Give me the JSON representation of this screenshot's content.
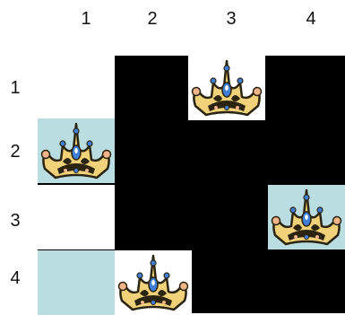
{
  "board": {
    "column_labels": [
      "1",
      "2",
      "3",
      "4"
    ],
    "row_labels": [
      "1",
      "2",
      "3",
      "4"
    ],
    "colors": {
      "dark": "#000000",
      "white": "#ffffff",
      "light_blue": "#b9dde1",
      "crown_gold": "#f1d27a",
      "crown_outline": "#2a2410",
      "jewel_blue": "#3f7fd8",
      "jewel_peach": "#f2b48a"
    },
    "cells": [
      {
        "row": 1,
        "col": 1,
        "color": "white",
        "queen": false
      },
      {
        "row": 1,
        "col": 3,
        "color": "white",
        "queen": true
      },
      {
        "row": 2,
        "col": 1,
        "color": "light_blue",
        "queen": true
      },
      {
        "row": 3,
        "col": 1,
        "color": "white",
        "queen": false
      },
      {
        "row": 3,
        "col": 4,
        "color": "light_blue",
        "queen": true
      },
      {
        "row": 4,
        "col": 1,
        "color": "light_blue",
        "queen": false
      },
      {
        "row": 4,
        "col": 2,
        "color": "white",
        "queen": true
      }
    ],
    "piece_icon": "crown-icon"
  }
}
